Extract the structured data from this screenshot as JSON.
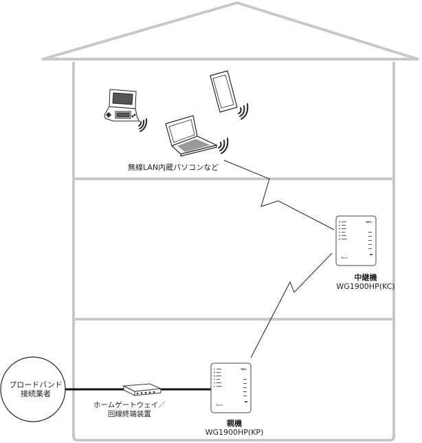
{
  "isp": {
    "line1": "プロードバンド",
    "line2": "接続業者"
  },
  "devices_label": "無線LAN内蔵パソコンなど",
  "gateway": {
    "line1": "ホームゲートウェイ／",
    "line2": "回線終端装置"
  },
  "child_router": {
    "role": "中継機",
    "model": "WG1900HP(KC)",
    "brand_mark": "NEC",
    "logo_text": "Aterm"
  },
  "parent_router": {
    "role": "親機",
    "model": "WG1900HP(KP)",
    "brand_mark": "NEC",
    "logo_text": "Aterm"
  },
  "colors": {
    "house_line": "#c8c8c8",
    "ink": "#222222",
    "cable": "#111111"
  }
}
